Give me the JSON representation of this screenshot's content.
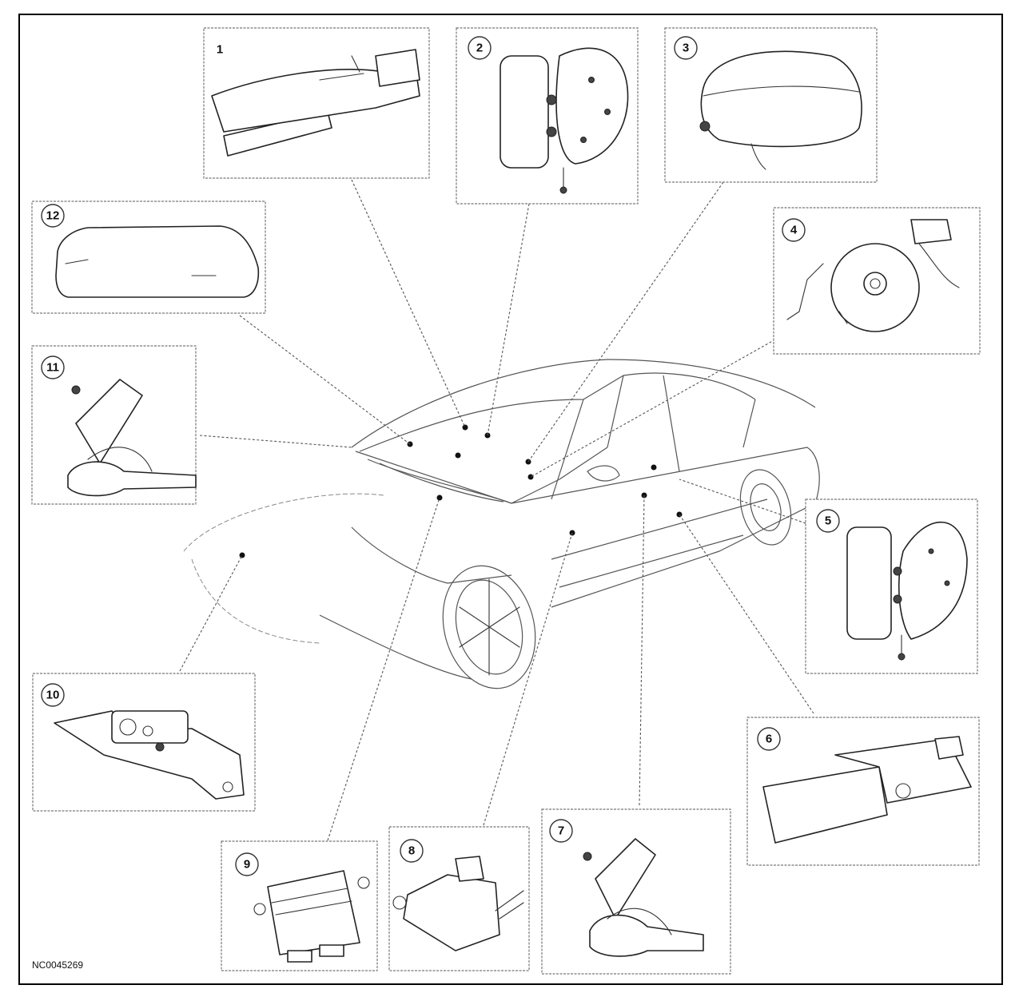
{
  "figure_id": "NC0045269",
  "callouts": [
    "1",
    "2",
    "3",
    "4",
    "5",
    "6",
    "7",
    "8",
    "9",
    "10",
    "11",
    "12"
  ]
}
